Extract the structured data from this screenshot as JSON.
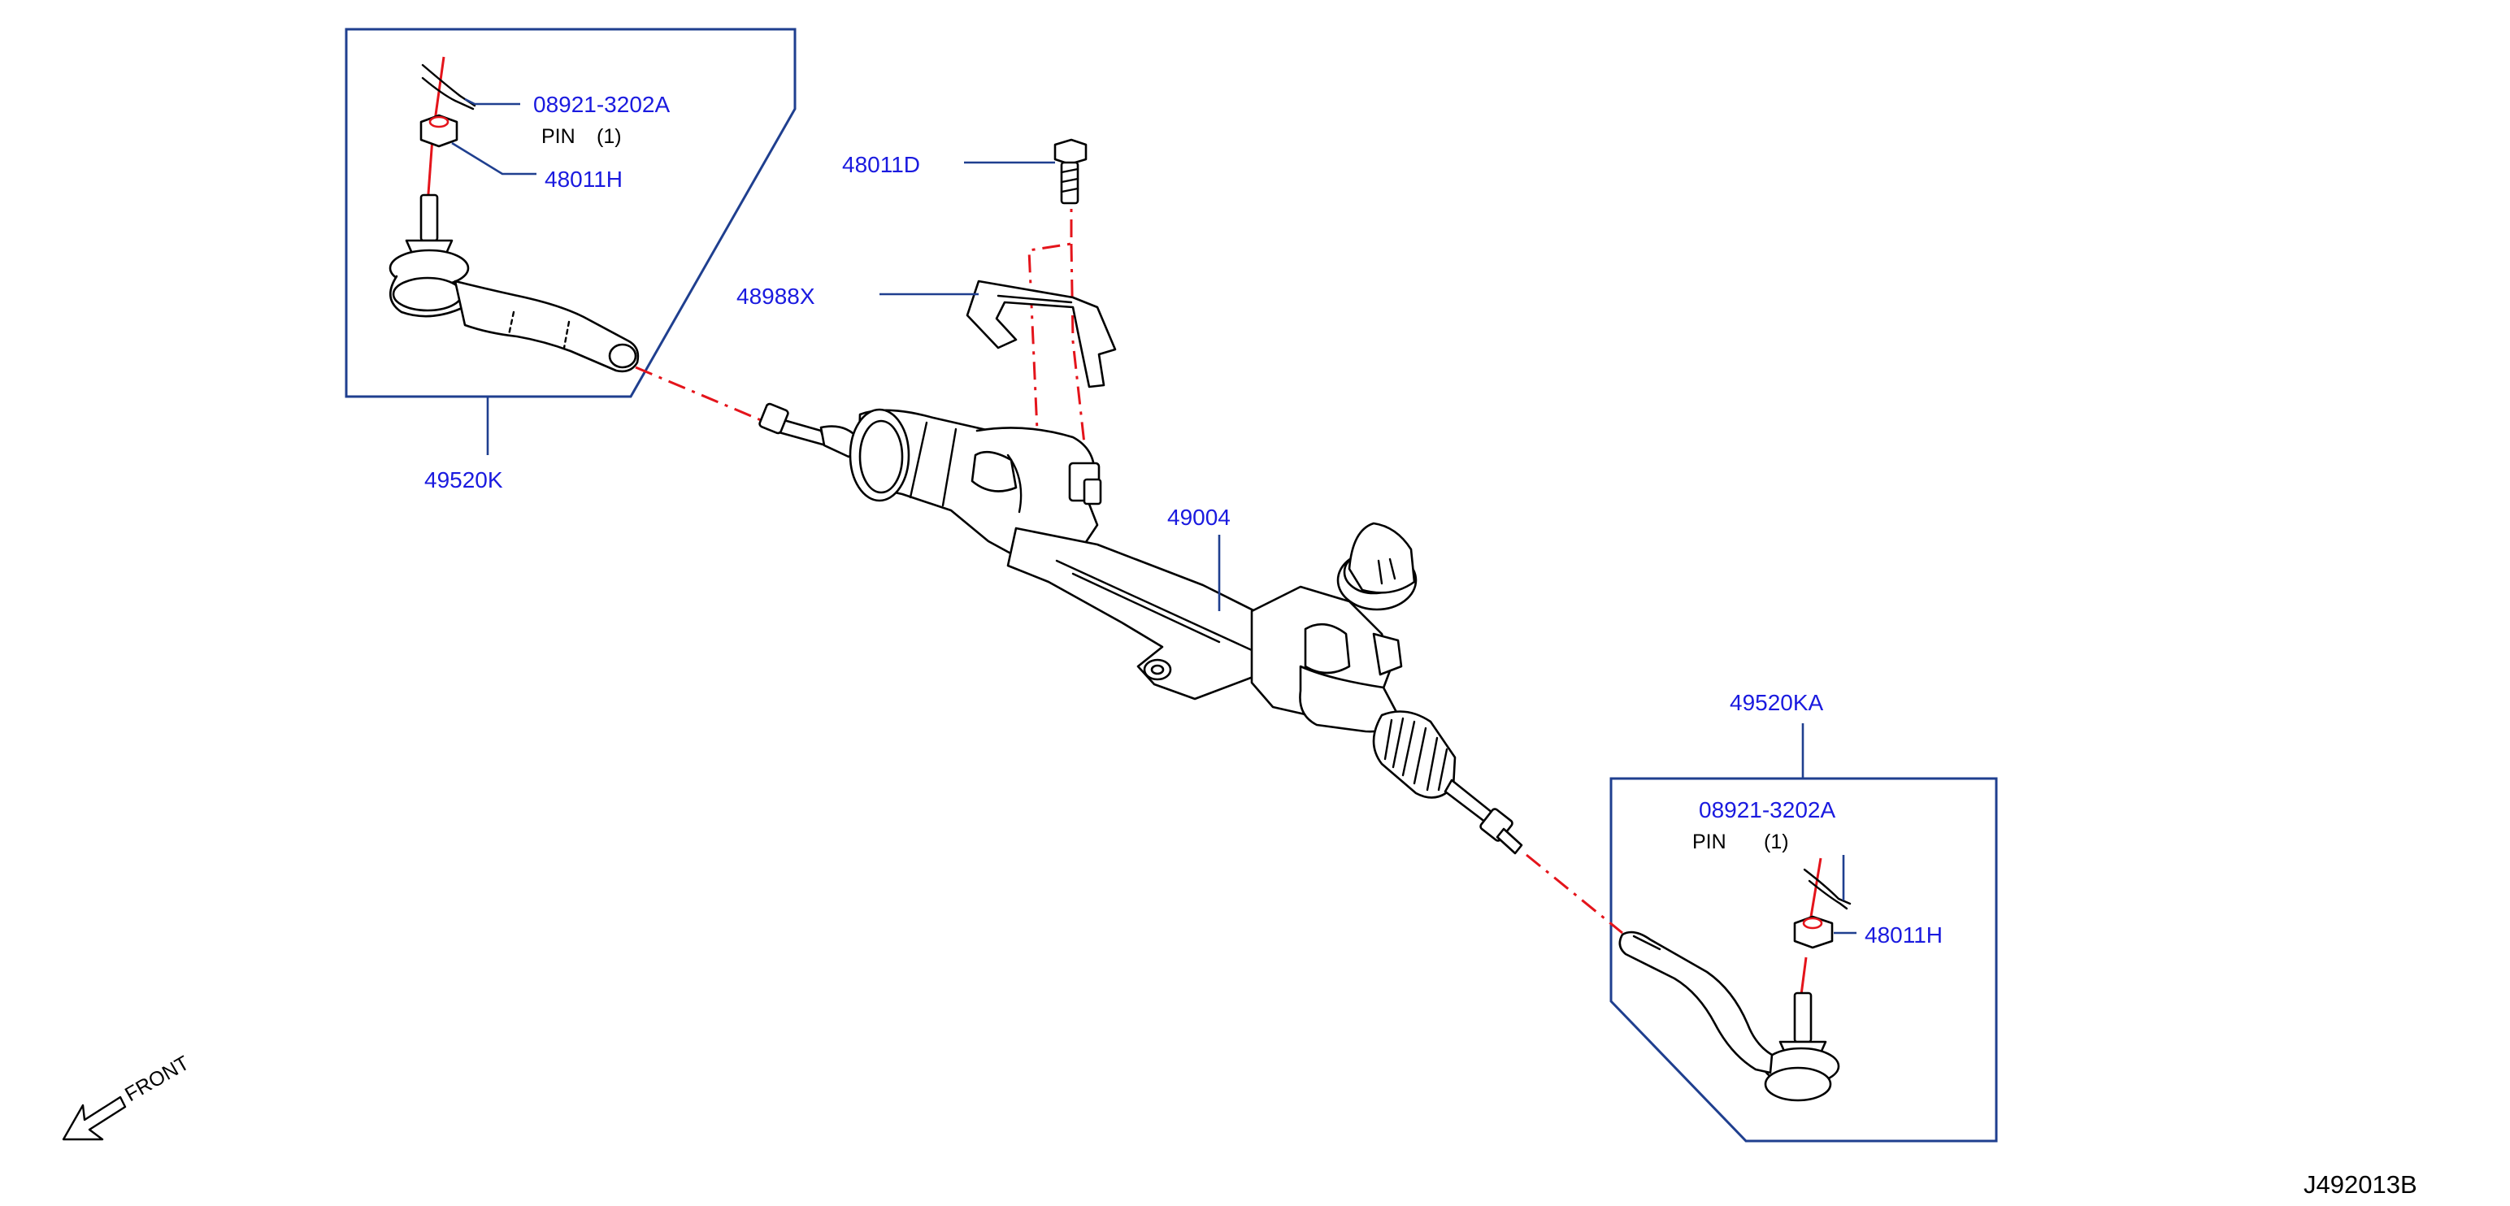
{
  "colors": {
    "callout": "#1a1adf",
    "leader": "#1f3f8f",
    "frame": "#1f3f8f",
    "axis_line": "#e4141b",
    "drawing": "#000000"
  },
  "callouts": {
    "tie_rod_end_left": "49520K",
    "tie_rod_end_right": "49520KA",
    "cotter_pin_left": "08921-3202A",
    "cotter_pin_right": "08921-3202A",
    "nut_left": "48011H",
    "nut_right": "48011H",
    "bolt": "48011D",
    "bracket": "48988X",
    "gear_assembly": "49004"
  },
  "notes": {
    "pin_left": "PIN",
    "pin_left_qty": "(1)",
    "pin_right": "PIN",
    "pin_right_qty": "(1)"
  },
  "orientation": {
    "label": "FRONT",
    "icon": "front-arrow-icon"
  },
  "diagram_code": "J492013B"
}
